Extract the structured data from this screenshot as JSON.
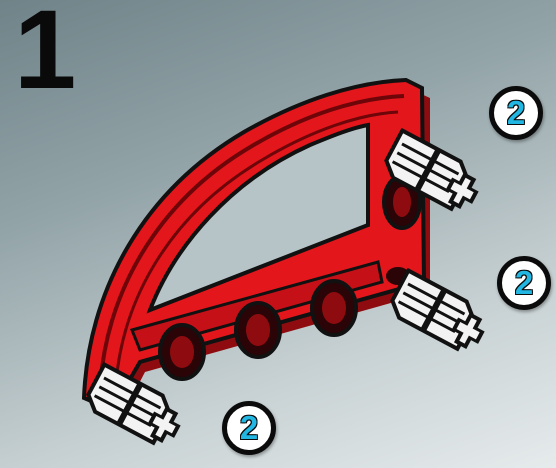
{
  "step": {
    "number": "1"
  },
  "parts": {
    "beam": {
      "color": "#e3161c",
      "shadow_color": "#8e0c10"
    },
    "pins": {
      "color": "#f3f3f3",
      "outline_color": "#111111"
    }
  },
  "callouts": [
    {
      "label": "2"
    },
    {
      "label": "2"
    },
    {
      "label": "2"
    }
  ],
  "colors": {
    "background_top": "#6f8388",
    "background_bottom": "#e6ebec",
    "callout_text": "#22b7e2"
  }
}
